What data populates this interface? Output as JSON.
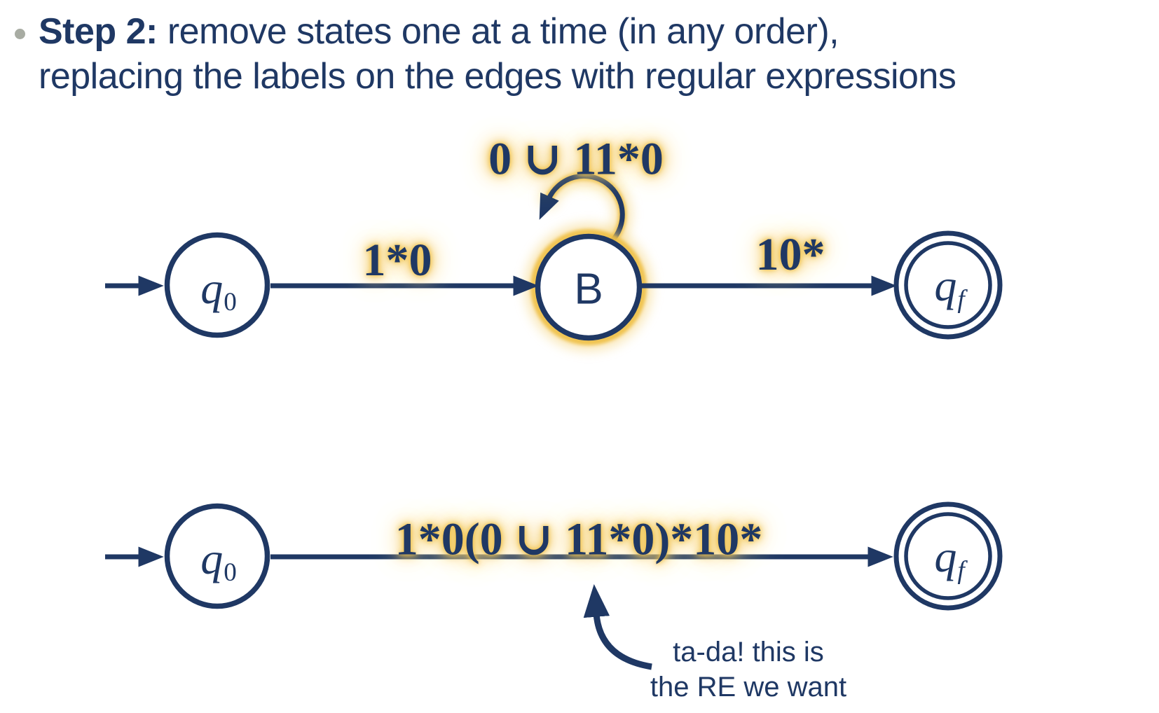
{
  "colors": {
    "navy": "#1F3864",
    "gold": "#EFBF45",
    "gold_soft": "#F5D47C",
    "bullet": "#A8ACA3",
    "background": "#FFFFFF"
  },
  "title": {
    "prefix": "Step 2:",
    "line1_rest": " remove states one at a time (in any order),",
    "line2": "replacing the labels on the edges with regular expressions"
  },
  "top_diagram": {
    "states": {
      "start": {
        "main": "q",
        "sub": "0"
      },
      "middle": {
        "label": "B"
      },
      "final": {
        "main": "q",
        "sub": "f"
      }
    },
    "edges": {
      "start_to_middle": "1*0",
      "self_loop": "0 ∪ 11*0",
      "middle_to_final": "10*"
    }
  },
  "bottom_diagram": {
    "states": {
      "start": {
        "main": "q",
        "sub": "0"
      },
      "final": {
        "main": "q",
        "sub": "f"
      }
    },
    "edges": {
      "start_to_final": "1*0(0 ∪ 11*0)*10*"
    }
  },
  "annotation": {
    "line1": "ta-da! this is",
    "line2": "the RE we want"
  }
}
